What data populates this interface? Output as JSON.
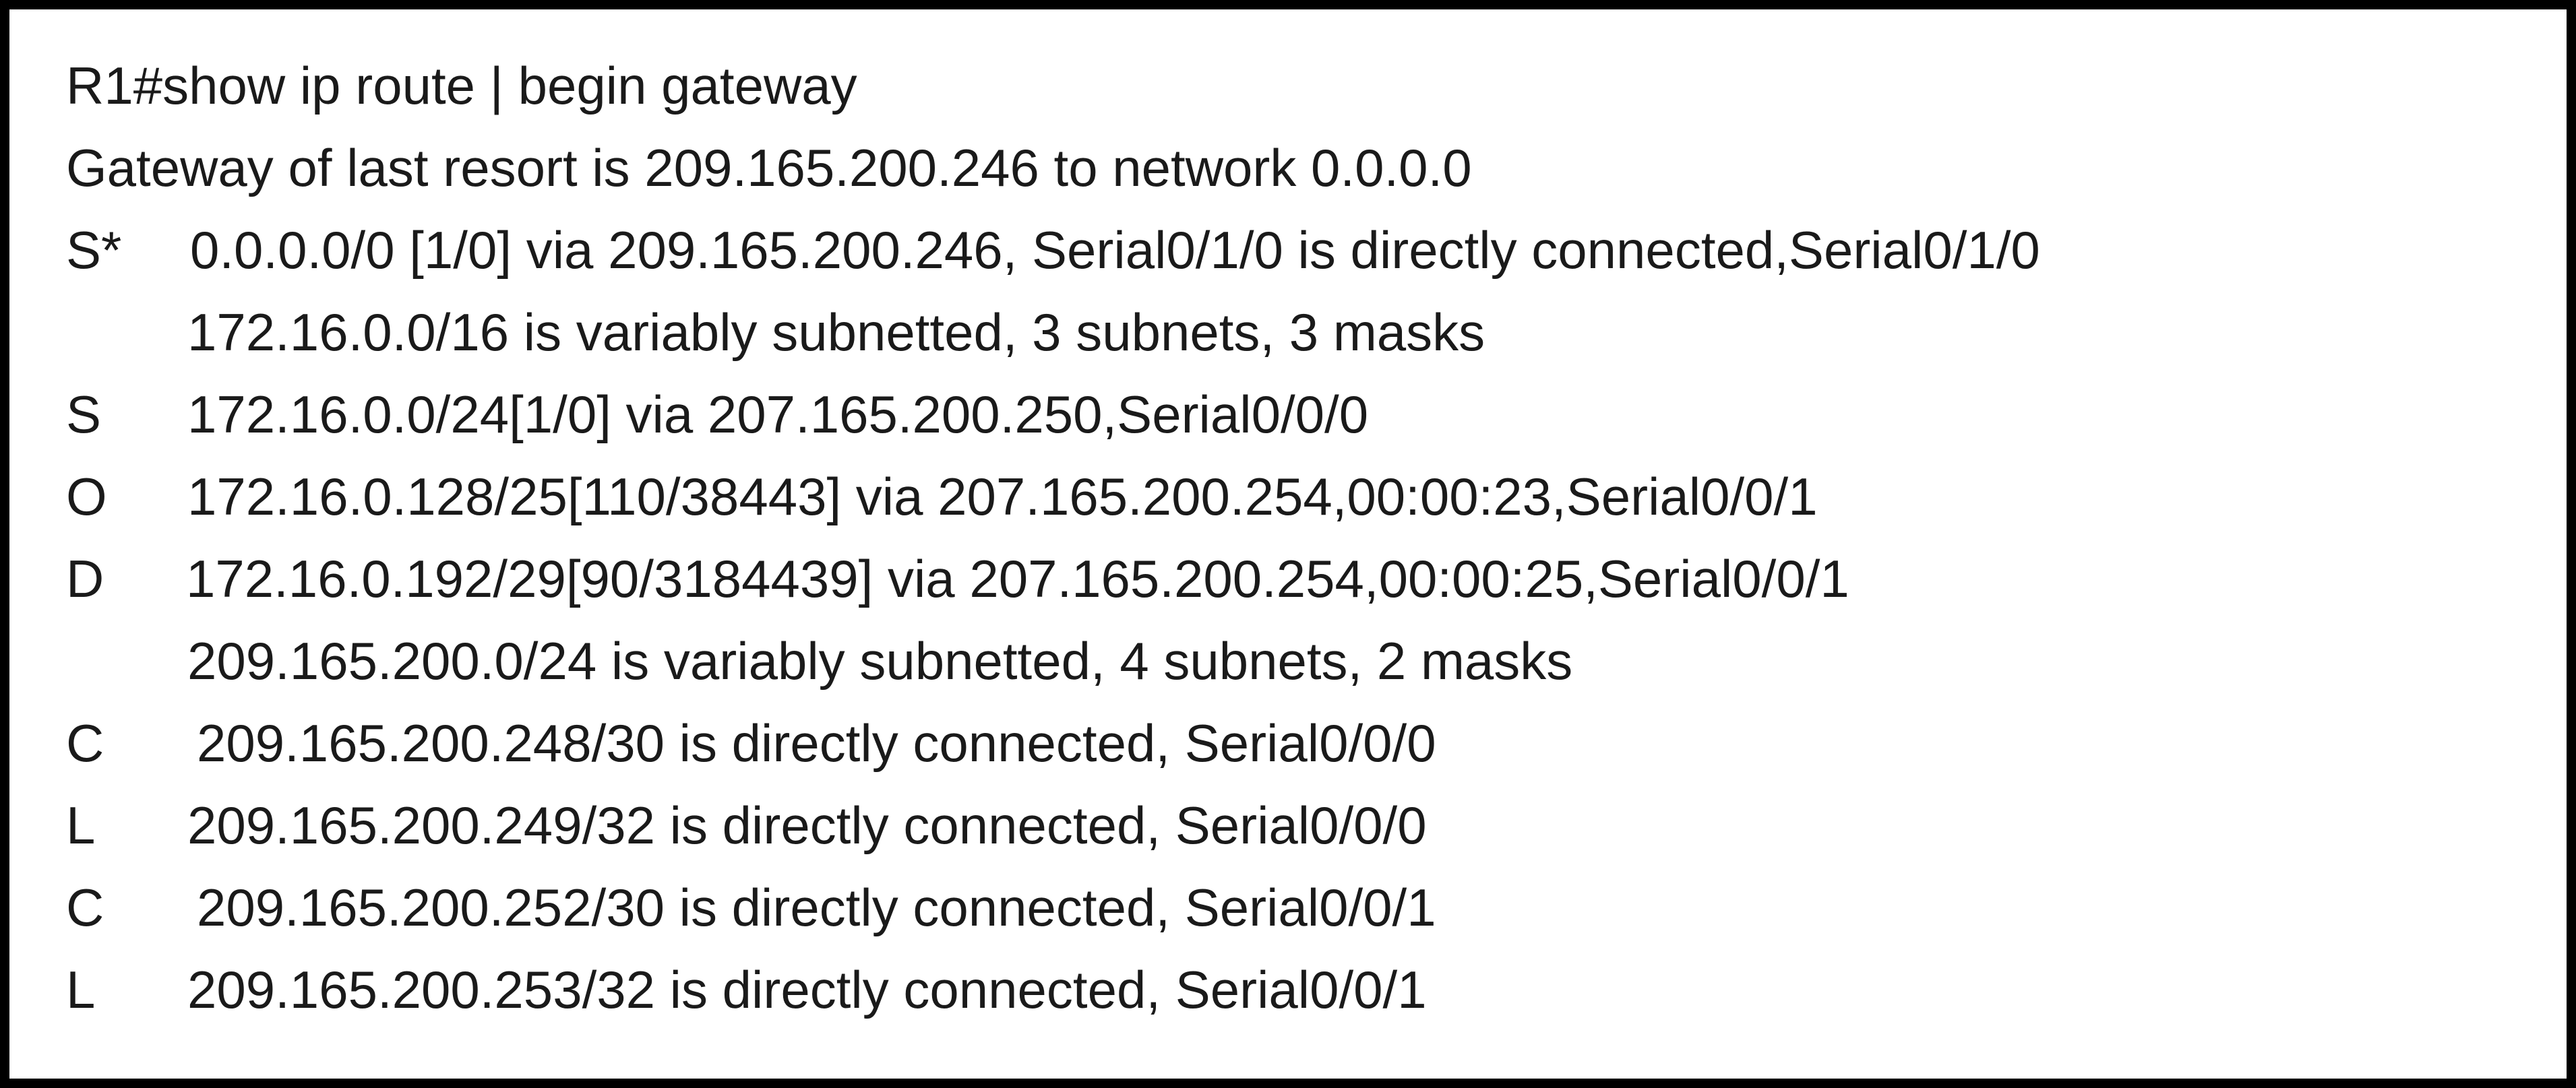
{
  "command": "R1#show ip route | begin gateway",
  "gateway_line": "Gateway of last resort is 209.165.200.246 to network 0.0.0.0",
  "routes": [
    {
      "code": "S*",
      "text": "0.0.0.0/0 [1/0] via 209.165.200.246, Serial0/1/0 is directly connected,Serial0/1/0"
    },
    {
      "code": "",
      "text": "172.16.0.0/16 is variably subnetted, 3 subnets, 3 masks"
    },
    {
      "code": "S",
      "text": "172.16.0.0/24[1/0] via 207.165.200.250,Serial0/0/0"
    },
    {
      "code": "O",
      "text": "172.16.0.128/25[110/38443] via 207.165.200.254,00:00:23,Serial0/0/1"
    },
    {
      "code": "D",
      "text": "172.16.0.192/29[90/3184439] via 207.165.200.254,00:00:25,Serial0/0/1"
    },
    {
      "code": "",
      "text": "209.165.200.0/24 is variably subnetted, 4 subnets, 2 masks"
    },
    {
      "code": "C",
      "text": "209.165.200.248/30 is directly connected, Serial0/0/0"
    },
    {
      "code": "L",
      "text": "209.165.200.249/32 is directly connected, Serial0/0/0"
    },
    {
      "code": "C",
      "text": "209.165.200.252/30 is directly connected, Serial0/0/1"
    },
    {
      "code": "L",
      "text": "209.165.200.253/32 is directly connected, Serial0/0/1"
    }
  ]
}
